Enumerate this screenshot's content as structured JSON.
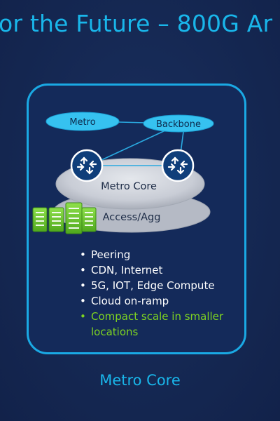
{
  "title": "or the Future – 800G Ar",
  "diagram": {
    "metro_label": "Metro",
    "backbone_label": "Backbone",
    "metro_core_label": "Metro Core",
    "access_agg_label": "Access/Agg"
  },
  "bullets": [
    {
      "text": "Peering",
      "highlight": false
    },
    {
      "text": "CDN, Internet",
      "highlight": false
    },
    {
      "text": "5G, IOT, Edge Compute",
      "highlight": false
    },
    {
      "text": "Cloud on-ramp",
      "highlight": false
    },
    {
      "text": "Compact scale in smaller locations",
      "highlight": true
    }
  ],
  "caption": "Metro Core",
  "colors": {
    "background": "#14254a",
    "accent": "#19b6ea",
    "highlight": "#7ed321",
    "router": "#0f3e7a",
    "ellipse": "#c9cdd6"
  },
  "icons": [
    "router-icon",
    "server-rack-icon"
  ]
}
